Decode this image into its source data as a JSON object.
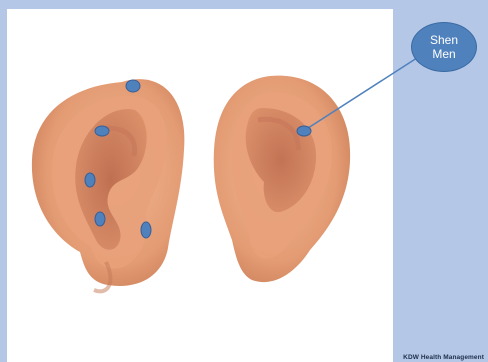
{
  "callout": {
    "label": "Shen\nMen"
  },
  "footer": {
    "credit": "KDW Health Management"
  },
  "colors": {
    "background": "#b4c7e7",
    "point": "#4f81bd",
    "skin": "#e7a27c",
    "callout_fill": "#4f81bd",
    "callout_text": "#ffffff"
  },
  "icons": {
    "left_ear": "left-ear-illustration",
    "right_ear": "right-ear-illustration"
  }
}
